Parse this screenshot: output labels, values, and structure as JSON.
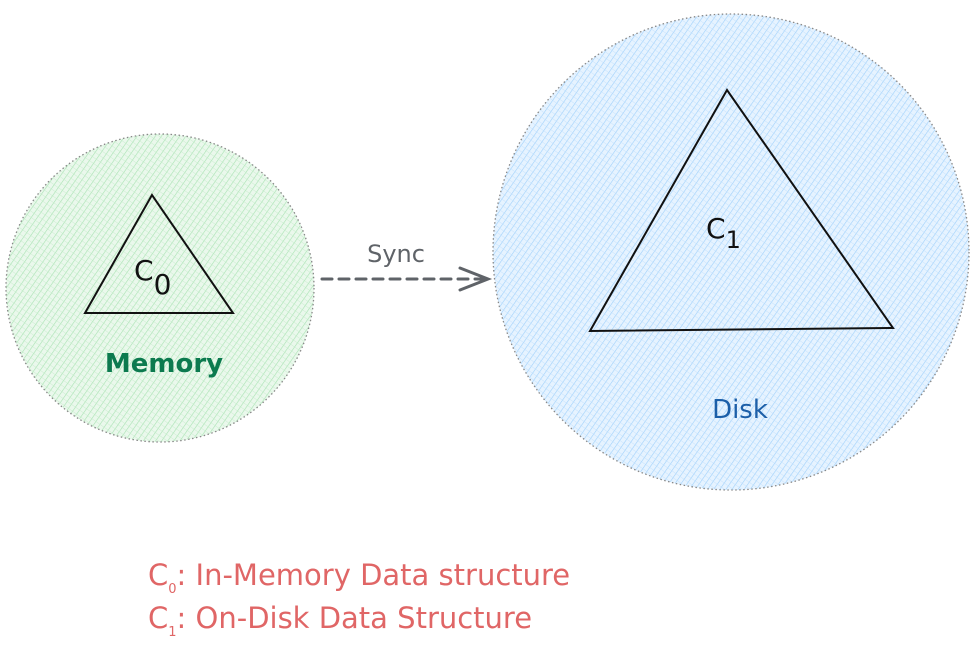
{
  "memory": {
    "label": "Memory",
    "structure_main": "C",
    "structure_sub": "0",
    "color": "#0c7a4f",
    "fill": "#b2f2bb"
  },
  "disk": {
    "label": "Disk",
    "structure_main": "C",
    "structure_sub": "1",
    "color": "#1c5fa8",
    "fill": "#a5d8ff"
  },
  "arrow": {
    "label": "Sync",
    "color": "#5f6368"
  },
  "legend": {
    "color": "#e06666",
    "items": [
      {
        "main": "C",
        "sub": "0",
        "text": ": In-Memory Data structure"
      },
      {
        "main": "C",
        "sub": "1",
        "text": ": On-Disk Data Structure"
      }
    ]
  }
}
